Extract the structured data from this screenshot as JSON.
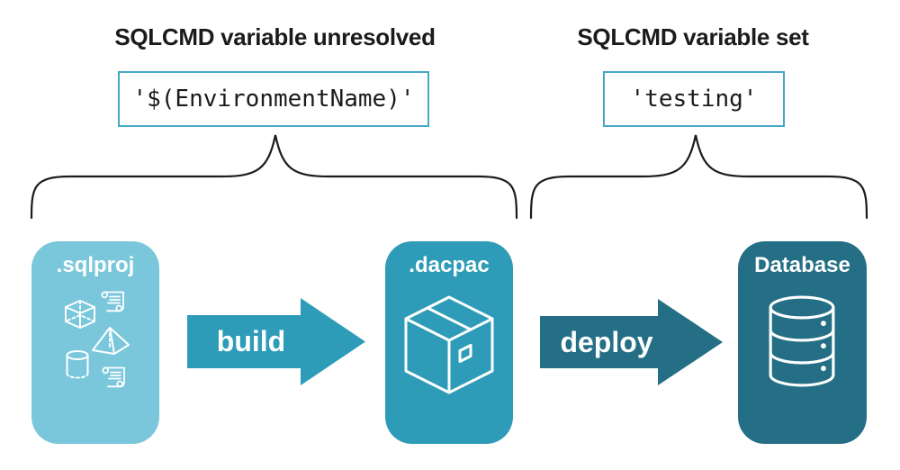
{
  "annotations": {
    "left": {
      "title": "SQLCMD variable unresolved",
      "code": "'$(EnvironmentName)'"
    },
    "right": {
      "title": "SQLCMD variable set",
      "code": "'testing'"
    }
  },
  "pipeline": {
    "nodes": [
      {
        "label": ".sqlproj",
        "icon": "sql-project-objects-icon",
        "color": "#7ac7dc"
      },
      {
        "label": ".dacpac",
        "icon": "package-box-icon",
        "color": "#2e9cb8"
      },
      {
        "label": "Database",
        "icon": "database-cylinder-icon",
        "color": "#246f85"
      }
    ],
    "arrows": [
      {
        "label": "build",
        "color": "#2e9cb8"
      },
      {
        "label": "deploy",
        "color": "#246f85"
      }
    ]
  },
  "colors": {
    "background": "#ffffff",
    "heading_text": "#1b1b1b",
    "code_text": "#1b1b1b",
    "code_box_border": "#45a8c4",
    "brace": "#1c1c1c",
    "node_label": "#ffffff",
    "icon_stroke": "#ffffff"
  }
}
